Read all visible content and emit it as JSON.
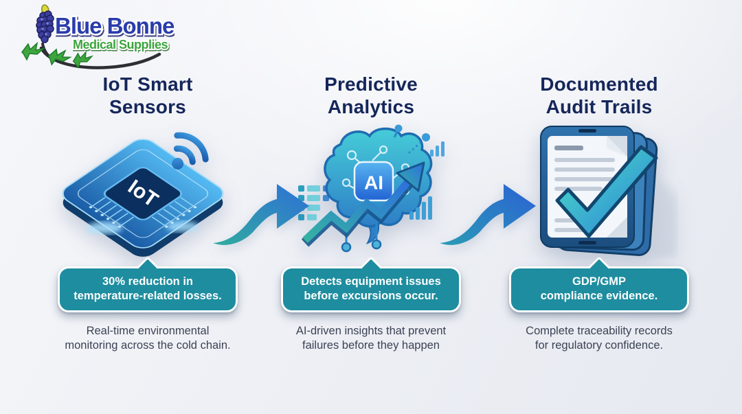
{
  "logo": {
    "name": "Blue Bonnet",
    "tagline": "Medical Supplies"
  },
  "columns": [
    {
      "title_lines": [
        "IoT Smart",
        "Sensors"
      ],
      "icon": "iot-chip-with-wifi",
      "icon_label": "IoT",
      "badge_lines": [
        "30% reduction in",
        "temperature-related losses."
      ],
      "caption_lines": [
        "Real-time environmental",
        "monitoring across the cold chain."
      ]
    },
    {
      "title_lines": [
        "Predictive",
        "Analytics"
      ],
      "icon": "ai-brain-with-trend-arrow",
      "icon_label": "AI",
      "badge_lines": [
        "Detects equipment issues",
        "before excursions occur."
      ],
      "caption_lines": [
        "AI-driven insights that prevent",
        "failures before they happen"
      ]
    },
    {
      "title_lines": [
        "Documented",
        "Audit Trails"
      ],
      "icon": "audit-documents-with-checkmark",
      "icon_label": "",
      "badge_lines": [
        "GDP/GMP",
        "compliance evidence."
      ],
      "caption_lines": [
        "Complete traceability records",
        "for regulatory confidence."
      ]
    }
  ],
  "colors": {
    "badge_teal": "#1e8d9f",
    "title_navy": "#15265a",
    "caption_gray": "#3b4254",
    "arrow_teal": "#31ab9e",
    "arrow_blue": "#2e6fd8",
    "logo_blue": "#2c3cab",
    "logo_green": "#3aa43c"
  }
}
